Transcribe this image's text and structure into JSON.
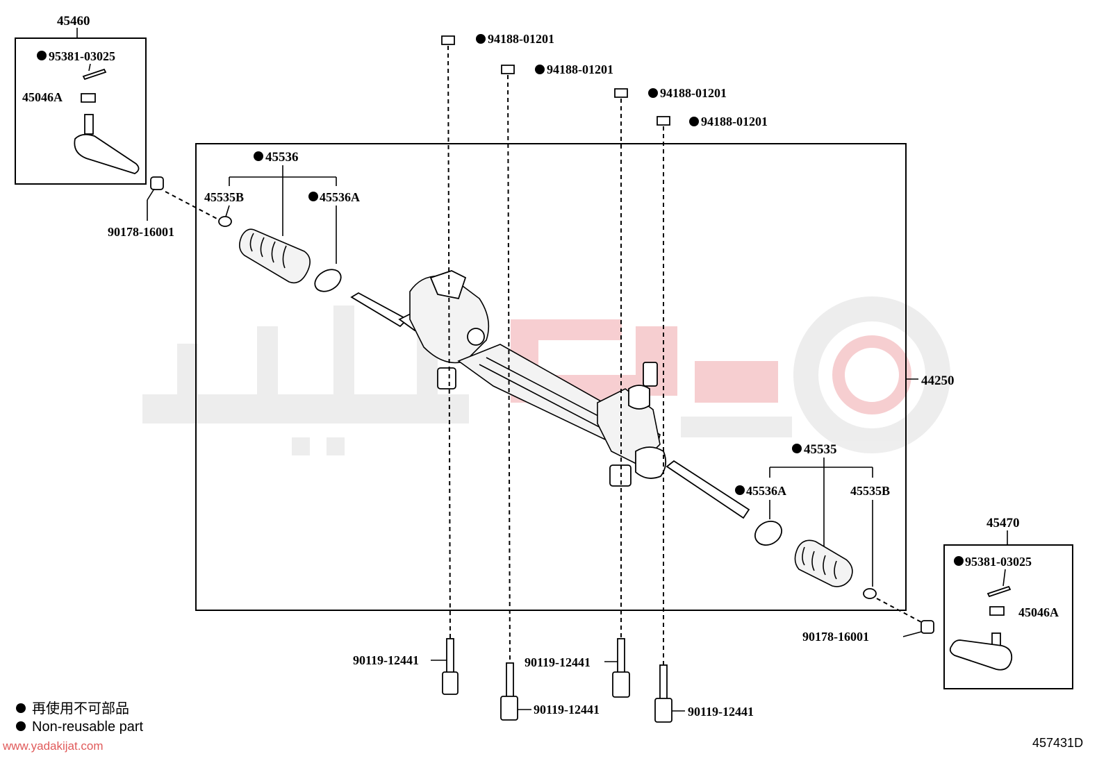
{
  "diagram": {
    "id_code": "457431D",
    "watermark_url": "www.yadakijat.com",
    "legend": {
      "line1": "再使用不可部品",
      "line2": "Non-reusable part"
    },
    "groups": {
      "left_tie_rod_end": "45460",
      "right_tie_rod_end": "45470",
      "rack_assembly": "44250"
    },
    "labels": {
      "cotter_pin_left": "95381-03025",
      "nut_left": "45046A",
      "clip_left": "90178-16001",
      "boot_left": "45536",
      "clamp_small_left": "45535B",
      "clamp_large_left": "45536A",
      "bolt_nut_1": "94188-01201",
      "bolt_nut_2": "94188-01201",
      "bolt_nut_3": "94188-01201",
      "bolt_nut_4": "94188-01201",
      "boot_right": "45535",
      "clamp_large_right": "45536A",
      "clamp_small_right": "45535B",
      "clip_right": "90178-16001",
      "cotter_pin_right": "95381-03025",
      "nut_right": "45046A",
      "bolt_1": "90119-12441",
      "bolt_2": "90119-12441",
      "bolt_3": "90119-12441",
      "bolt_4": "90119-12441"
    }
  }
}
